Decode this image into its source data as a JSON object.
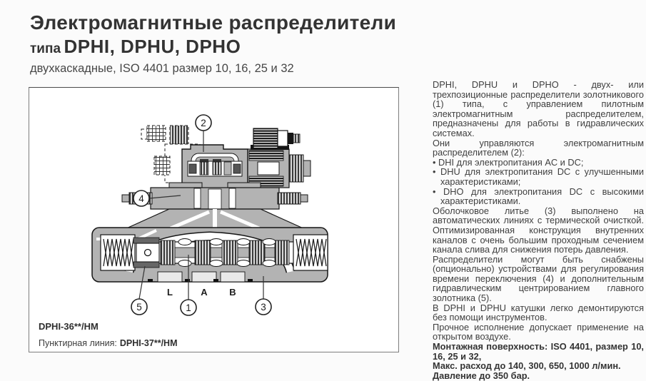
{
  "page": {
    "title": "Электромагнитные распределители",
    "subtitle_prefix": "типа",
    "subtitle_models": "DPHI, DPHU, DPHO",
    "subtitle_note": "двухкаскадные, ISO 4401 размер 10, 16, 25 и 32"
  },
  "figure": {
    "callouts": {
      "c1": "1",
      "c2": "2",
      "c3": "3",
      "c4": "4",
      "c5": "5"
    },
    "ports": {
      "l": "L",
      "a": "A",
      "b": "B"
    },
    "caption_model": "DPHI-36**/HM",
    "caption_dashed_label": "Пунктирная линия:",
    "caption_dashed_value": "DPHI-37**/HM"
  },
  "description": {
    "p1": "DPHI, DPHU и DPHO - двух- или трехпозиционные распределители золотникового (1) типа, с управлением пилотным электромагнитным распределителем, предназначены для работы в гидравлических системах.",
    "p2": "Они управляются электромагнитным распределителем (2):",
    "b1": "DHI для электропитания AC и DC;",
    "b2": "DHU для электропитания DC с улучшенными характеристиками;",
    "b3": "DHO для электропитания DC с высокими характеристиками.",
    "p3": "Оболочковое литье (3) выполнено на автоматических линиях с термической очисткой. Оптимизированная конструкция внутренних каналов с очень большим проходным сечением канала слива для снижения потерь давления.",
    "p4": "Распределители могут быть снабжены (опционально) устройствами для регулирования времени переключения (4) и дополнительным гидравлическим центрированием главного золотника (5).",
    "p5": "В DPHI и DPHU катушки легко демонтируются без помощи инструментов.",
    "p6": "Прочное исполнение допускает применение на открытом воздухе.",
    "spec1": "Монтажная поверхность: ISO 4401, размер 10, 16, 25 и 32,",
    "spec2": "Макс. расход до 140, 300, 650, 1000 л/мин.",
    "spec3": "Давление до 350 бар."
  },
  "colors": {
    "body_gray": "#b3b3b3",
    "outline": "#1a1a1a",
    "text": "#3c3c3c"
  }
}
